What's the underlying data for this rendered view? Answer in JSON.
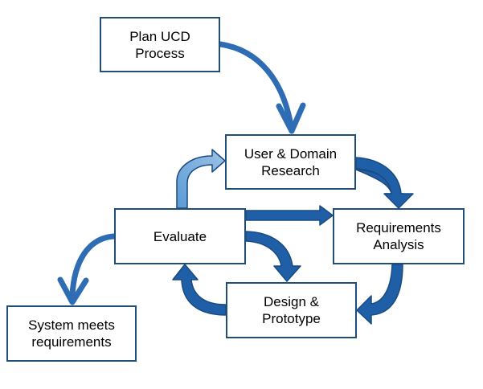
{
  "colors": {
    "box_border": "#1f4e79",
    "arrow_dark": "#1f5fa8",
    "arrow_outline": "#1a4a80",
    "arrow_light": "#5b9bd5",
    "arrow_gradient_light": "#9cc3e6"
  },
  "nodes": {
    "plan": "Plan UCD\nProcess",
    "research": "User & Domain\nResearch",
    "analysis": "Requirements\nAnalysis",
    "evaluate": "Evaluate",
    "design": "Design &\nPrototype",
    "system": "System meets\nrequirements"
  }
}
